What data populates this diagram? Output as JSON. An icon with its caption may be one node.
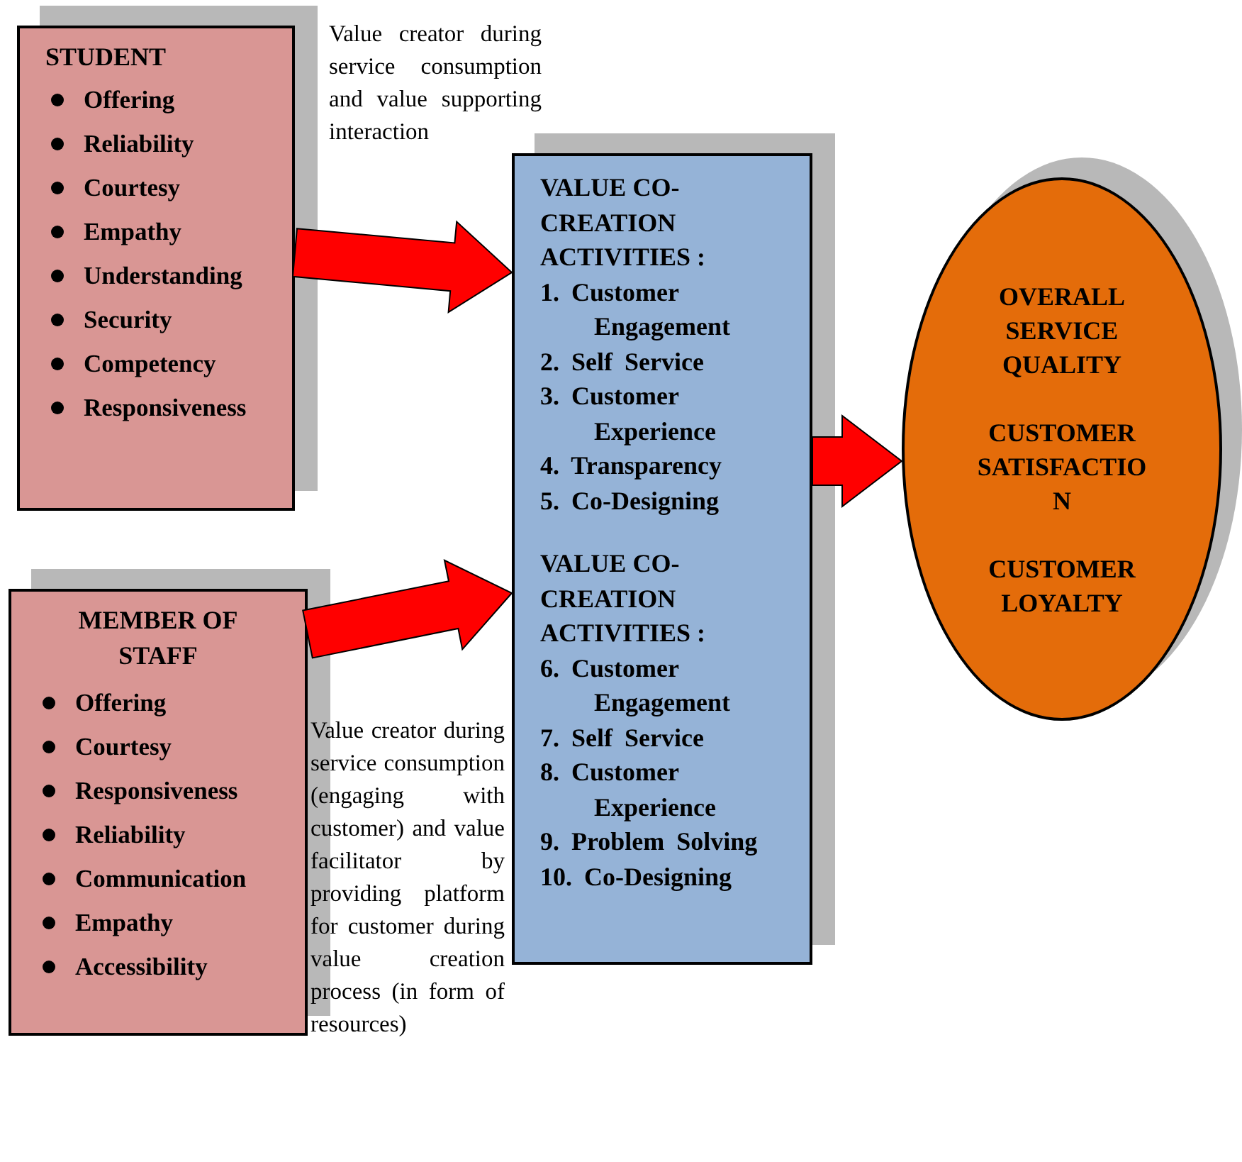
{
  "diagram": {
    "nodes": [
      {
        "text": [
          "STUDENT",
          "Offering",
          "Reliability",
          "Courtesy",
          "Empathy",
          "Understanding",
          "Security",
          "Competency",
          "Responsiveness"
        ]
      },
      {
        "text": [
          "MEMBER OF STAFF",
          "Offering",
          "Courtesy",
          "Responsiveness",
          "Reliability",
          "Communication",
          "Empathy",
          "Accessibility"
        ]
      },
      {
        "text": [
          "VALUE CO-CREATION ACTIVITIES :",
          "1. Customer Engagement",
          "2. Self Service",
          "3. Customer Experience",
          "4. Transparency",
          "5. Co-Designing",
          "VALUE CO-CREATION ACTIVITIES :",
          "6. Customer Engagement",
          "7. Self Service",
          "8. Customer Experience",
          "9. Problem Solving",
          "10. Co-Designing"
        ]
      },
      {
        "text": [
          "OVERALL SERVICE QUALITY",
          "CUSTOMER SATISFACTION",
          "CUSTOMER LOYALTY"
        ]
      }
    ],
    "edges": [
      {
        "from": 0,
        "to": 2,
        "arrow": "to"
      },
      {
        "from": 1,
        "to": 2,
        "arrow": "to"
      },
      {
        "from": 2,
        "to": 3,
        "arrow": "to"
      }
    ],
    "labels": [
      "Value creator during service consumption and value supporting interaction",
      "Value creator during service consumption (engaging with customer) and value facilitator by providing platform for customer during value creation process (in form of resources)"
    ]
  }
}
